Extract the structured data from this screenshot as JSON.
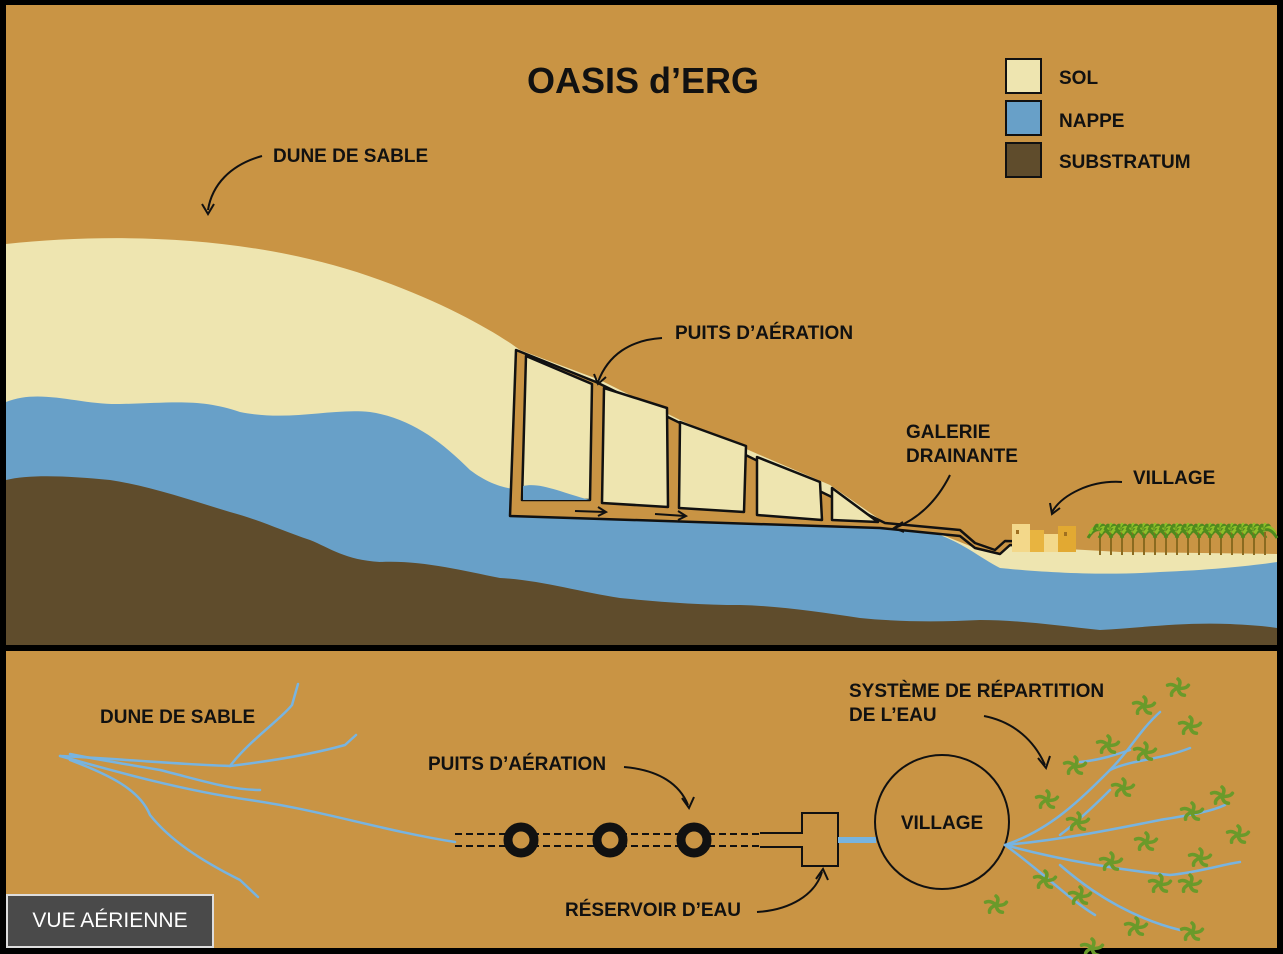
{
  "title": "OASIS d’ERG",
  "legend": [
    {
      "label": "SOL",
      "color": "#eee5b0"
    },
    {
      "label": "NAPPE",
      "color": "#68a0c8"
    },
    {
      "label": "SUBSTRATUM",
      "color": "#5f4c2c"
    }
  ],
  "cross_section": {
    "dune_label": "DUNE DE SABLE",
    "shafts_label": "PUITS D’AÉRATION",
    "gallery_label_line1": "GALERIE",
    "gallery_label_line2": "DRAINANTE",
    "village_label": "VILLAGE"
  },
  "aerial": {
    "dune_label": "DUNE DE SABLE",
    "shafts_label": "PUITS D’AÉRATION",
    "reservoir_label": "RÉSERVOIR D’EAU",
    "village_label": "VILLAGE",
    "distribution_line1": "SYSTÈME DE RÉPARTITION",
    "distribution_line2": "DE L’EAU",
    "view_tag": "VUE AÉRIENNE"
  },
  "colors": {
    "background": "#c99444",
    "sand": "#eee5b0",
    "water": "#68a0c8",
    "bedrock": "#5f4c2c",
    "stream": "#78b4e0",
    "palm": "#6a9a2a"
  }
}
